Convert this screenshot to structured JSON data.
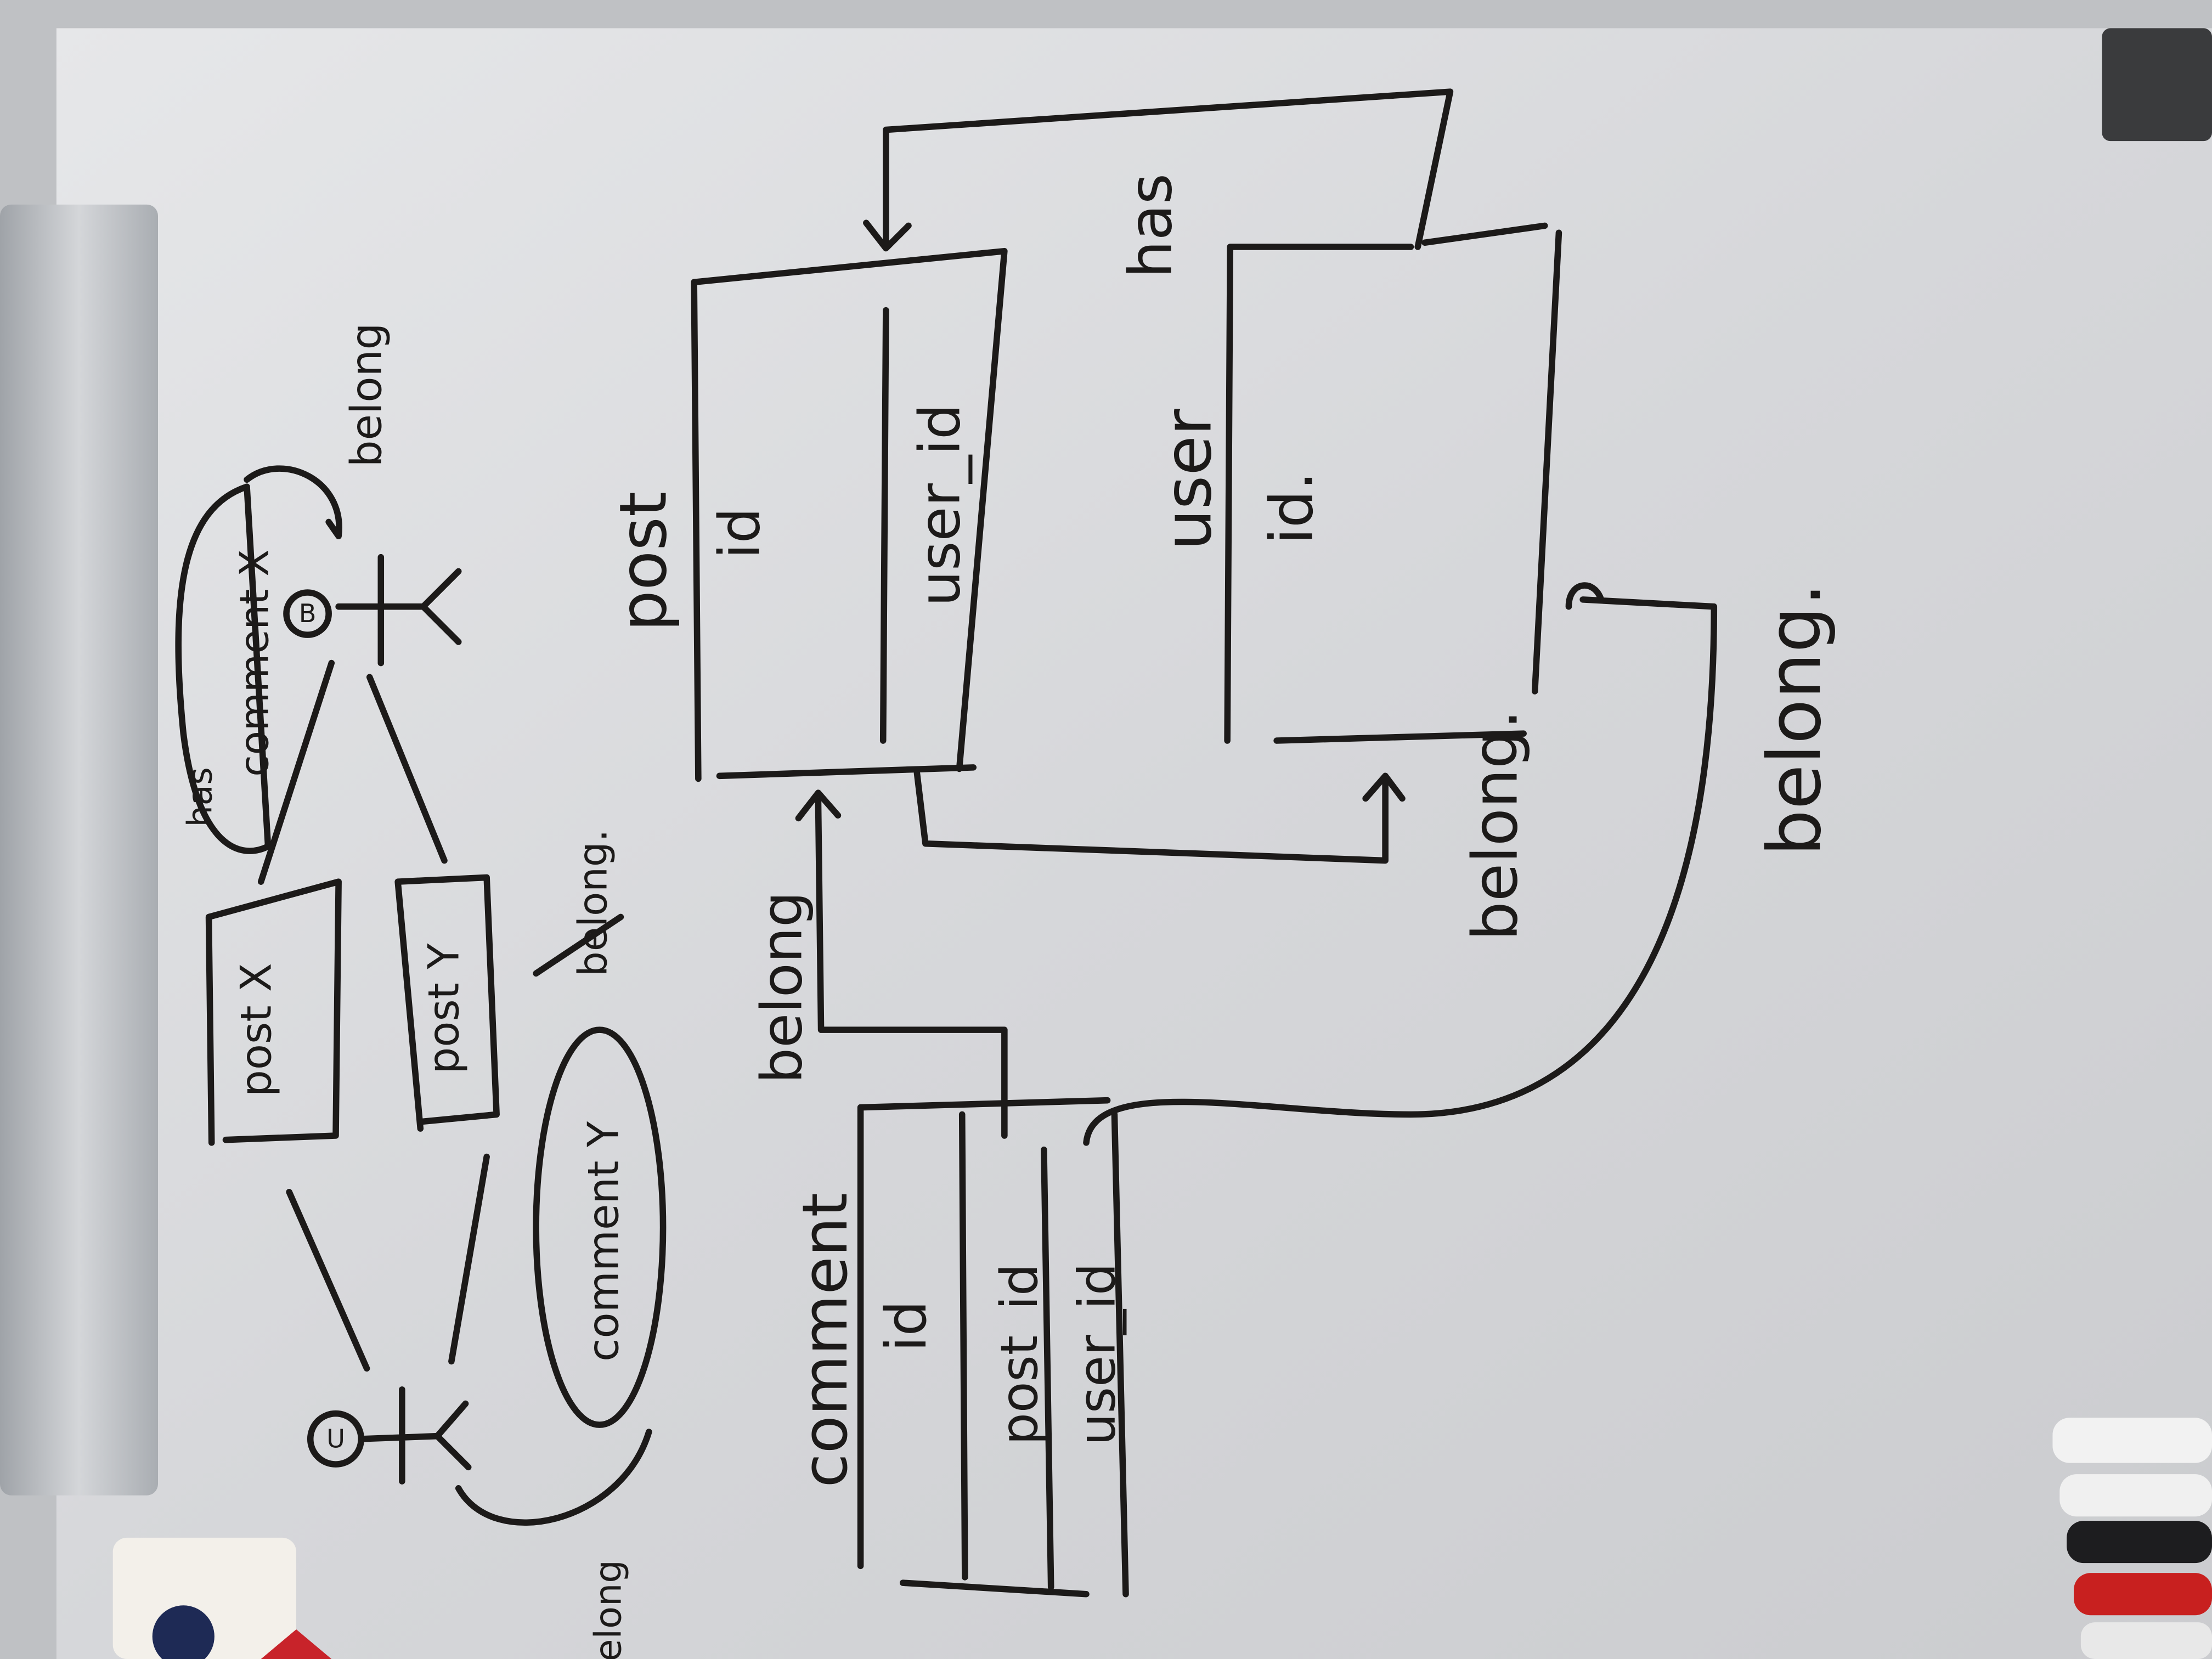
{
  "post_table": {
    "title": "post",
    "fields": [
      "id",
      "user_id"
    ]
  },
  "user_table": {
    "title": "user",
    "fields": [
      "id."
    ]
  },
  "comment_table": {
    "title": "comment",
    "fields": [
      "id",
      "post_id",
      "user_id"
    ]
  },
  "relations": {
    "user_has_post": "has",
    "post_belongs_user": "belong.",
    "comment_belongs_post": "belong",
    "comment_belongs_user": "belong."
  },
  "sketch": {
    "post_x": "post X",
    "post_y": "post Y",
    "comment_x": "comment X",
    "comment_y": "comment Y",
    "belong_top": "belong",
    "belong_mid": "belong.",
    "belong_bottom": "belong",
    "has_label": "has",
    "badge": "B",
    "actor_badge": "U"
  },
  "colors": {
    "ink": "#1c1a19",
    "board": "#dcdddf",
    "tray": "#b9bcc0"
  }
}
